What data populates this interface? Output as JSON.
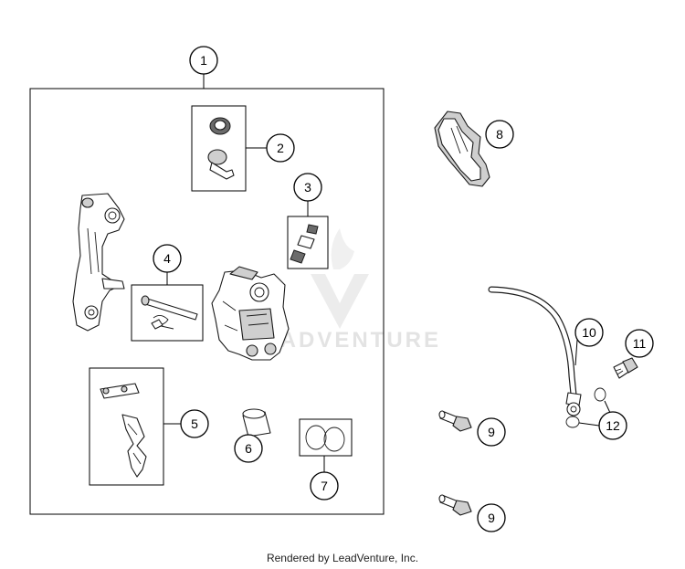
{
  "callouts": {
    "c1": "1",
    "c2": "2",
    "c3": "3",
    "c4": "4",
    "c5": "5",
    "c6": "6",
    "c7": "7",
    "c8": "8",
    "c9a": "9",
    "c9b": "9",
    "c10": "10",
    "c11": "11",
    "c12": "12"
  },
  "watermark": {
    "text": "LEADVENTURE",
    "color": "#e3e3e3"
  },
  "footer": {
    "text": "Rendered by LeadVenture, Inc."
  }
}
